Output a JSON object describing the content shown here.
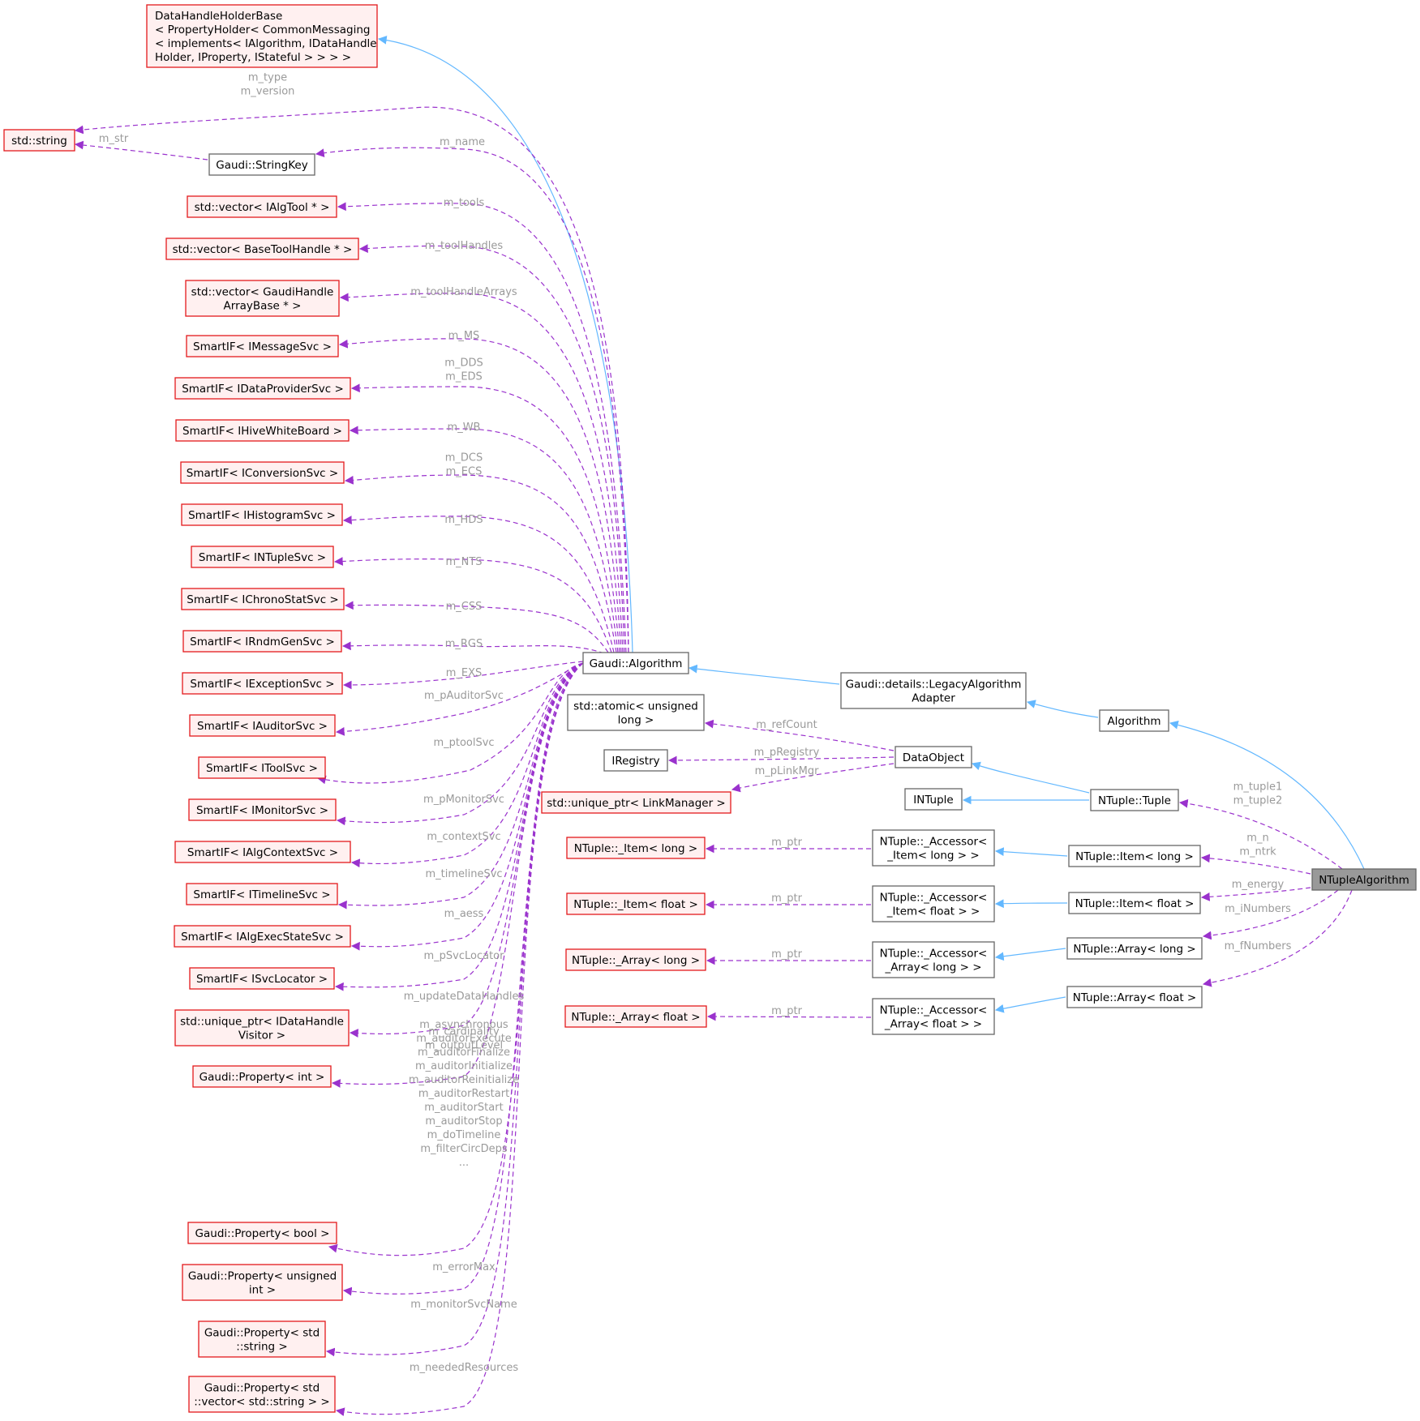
{
  "colors": {
    "member_box_stroke": "#e31a1c",
    "member_box_fill": "#fff0f0",
    "class_box_stroke": "#666666",
    "class_box_fill": "#ffffff",
    "focus_box_fill": "#999999",
    "focus_box_stroke": "#666666",
    "inherit_edge": "#63b8ff",
    "member_edge": "#9a32cd",
    "edge_label": "#9a9a9a"
  },
  "nodes": {
    "dhhb": {
      "lines": [
        "DataHandleHolderBase",
        "< PropertyHolder< CommonMessaging",
        "< implements< IAlgorithm, IDataHandle",
        "Holder, IProperty, IStateful > > > >"
      ],
      "kind": "member",
      "align": "left"
    },
    "stdstring": {
      "lines": [
        "std::string"
      ],
      "kind": "member"
    },
    "stringkey": {
      "lines": [
        "Gaudi::StringKey"
      ],
      "kind": "class"
    },
    "vec_algtool": {
      "lines": [
        "std::vector< IAlgTool * >"
      ],
      "kind": "member"
    },
    "vec_basetool": {
      "lines": [
        "std::vector< BaseToolHandle * >"
      ],
      "kind": "member"
    },
    "vec_gaudihandle": {
      "lines": [
        "std::vector< GaudiHandle",
        "ArrayBase * >"
      ],
      "kind": "member"
    },
    "si_message": {
      "lines": [
        "SmartIF< IMessageSvc >"
      ],
      "kind": "member"
    },
    "si_dataprov": {
      "lines": [
        "SmartIF< IDataProviderSvc >"
      ],
      "kind": "member"
    },
    "si_hive": {
      "lines": [
        "SmartIF< IHiveWhiteBoard >"
      ],
      "kind": "member"
    },
    "si_conv": {
      "lines": [
        "SmartIF< IConversionSvc >"
      ],
      "kind": "member"
    },
    "si_histo": {
      "lines": [
        "SmartIF< IHistogramSvc >"
      ],
      "kind": "member"
    },
    "si_ntuple": {
      "lines": [
        "SmartIF< INTupleSvc >"
      ],
      "kind": "member"
    },
    "si_chrono": {
      "lines": [
        "SmartIF< IChronoStatSvc >"
      ],
      "kind": "member"
    },
    "si_rndm": {
      "lines": [
        "SmartIF< IRndmGenSvc >"
      ],
      "kind": "member"
    },
    "si_exc": {
      "lines": [
        "SmartIF< IExceptionSvc >"
      ],
      "kind": "member"
    },
    "si_auditor": {
      "lines": [
        "SmartIF< IAuditorSvc >"
      ],
      "kind": "member"
    },
    "si_tool": {
      "lines": [
        "SmartIF< IToolSvc >"
      ],
      "kind": "member"
    },
    "si_monitor": {
      "lines": [
        "SmartIF< IMonitorSvc >"
      ],
      "kind": "member"
    },
    "si_algctx": {
      "lines": [
        "SmartIF< IAlgContextSvc >"
      ],
      "kind": "member"
    },
    "si_timeline": {
      "lines": [
        "SmartIF< ITimelineSvc >"
      ],
      "kind": "member"
    },
    "si_algexec": {
      "lines": [
        "SmartIF< IAlgExecStateSvc >"
      ],
      "kind": "member"
    },
    "si_svcloc": {
      "lines": [
        "SmartIF< ISvcLocator >"
      ],
      "kind": "member"
    },
    "up_datahandle": {
      "lines": [
        "std::unique_ptr< IDataHandle",
        "Visitor >"
      ],
      "kind": "member"
    },
    "prop_int": {
      "lines": [
        "Gaudi::Property< int >"
      ],
      "kind": "member"
    },
    "prop_bool": {
      "lines": [
        "Gaudi::Property< bool >"
      ],
      "kind": "member"
    },
    "prop_uint": {
      "lines": [
        "Gaudi::Property< unsigned",
        "int >"
      ],
      "kind": "member"
    },
    "prop_string": {
      "lines": [
        "Gaudi::Property< std",
        "::string >"
      ],
      "kind": "member"
    },
    "prop_vecstring": {
      "lines": [
        "Gaudi::Property< std",
        "::vector< std::string > >"
      ],
      "kind": "member"
    },
    "gaudi_algorithm": {
      "lines": [
        "Gaudi::Algorithm"
      ],
      "kind": "class"
    },
    "atomic": {
      "lines": [
        "std::atomic< unsigned",
        "long >"
      ],
      "kind": "class"
    },
    "iregistry": {
      "lines": [
        "IRegistry"
      ],
      "kind": "class"
    },
    "up_linkmgr": {
      "lines": [
        "std::unique_ptr< LinkManager >"
      ],
      "kind": "member"
    },
    "item_long": {
      "lines": [
        "NTuple::_Item< long >"
      ],
      "kind": "member"
    },
    "item_float": {
      "lines": [
        "NTuple::_Item< float >"
      ],
      "kind": "member"
    },
    "array_long": {
      "lines": [
        "NTuple::_Array< long >"
      ],
      "kind": "member"
    },
    "array_float": {
      "lines": [
        "NTuple::_Array< float >"
      ],
      "kind": "member"
    },
    "legacy_adapter": {
      "lines": [
        "Gaudi::details::LegacyAlgorithm",
        "Adapter"
      ],
      "kind": "class"
    },
    "dataobject": {
      "lines": [
        "DataObject"
      ],
      "kind": "class"
    },
    "intuple": {
      "lines": [
        "INTuple"
      ],
      "kind": "class"
    },
    "acc_item_long": {
      "lines": [
        "NTuple::_Accessor<",
        "_Item< long > >"
      ],
      "kind": "class"
    },
    "acc_item_float": {
      "lines": [
        "NTuple::_Accessor<",
        "_Item< float > >"
      ],
      "kind": "class"
    },
    "acc_array_long": {
      "lines": [
        "NTuple::_Accessor<",
        "_Array< long > >"
      ],
      "kind": "class"
    },
    "acc_array_float": {
      "lines": [
        "NTuple::_Accessor<",
        "_Array< float > >"
      ],
      "kind": "class"
    },
    "algorithm": {
      "lines": [
        "Algorithm"
      ],
      "kind": "class"
    },
    "ntuple_tuple": {
      "lines": [
        "NTuple::Tuple"
      ],
      "kind": "class"
    },
    "ntuple_item_long": {
      "lines": [
        "NTuple::Item< long >"
      ],
      "kind": "class"
    },
    "ntuple_item_float": {
      "lines": [
        "NTuple::Item< float >"
      ],
      "kind": "class"
    },
    "ntuple_array_long": {
      "lines": [
        "NTuple::Array< long >"
      ],
      "kind": "class"
    },
    "ntuple_array_float": {
      "lines": [
        "NTuple::Array< float >"
      ],
      "kind": "class"
    },
    "ntuple_algorithm": {
      "lines": [
        "NTupleAlgorithm"
      ],
      "kind": "focus"
    }
  },
  "edges": [
    {
      "from": "gaudi_algorithm",
      "to": "dhhb",
      "type": "inherit"
    },
    {
      "from": "legacy_adapter",
      "to": "gaudi_algorithm",
      "type": "inherit"
    },
    {
      "from": "algorithm",
      "to": "legacy_adapter",
      "type": "inherit"
    },
    {
      "from": "ntuple_algorithm",
      "to": "algorithm",
      "type": "inherit"
    },
    {
      "from": "ntuple_tuple",
      "to": "dataobject",
      "type": "inherit"
    },
    {
      "from": "ntuple_tuple",
      "to": "intuple",
      "type": "inherit"
    },
    {
      "from": "ntuple_item_long",
      "to": "acc_item_long",
      "type": "inherit"
    },
    {
      "from": "ntuple_item_float",
      "to": "acc_item_float",
      "type": "inherit"
    },
    {
      "from": "ntuple_array_long",
      "to": "acc_array_long",
      "type": "inherit"
    },
    {
      "from": "ntuple_array_float",
      "to": "acc_array_float",
      "type": "inherit"
    },
    {
      "from": "gaudi_algorithm",
      "to": "stdstring",
      "type": "member",
      "label": [
        "m_type",
        "m_version"
      ]
    },
    {
      "from": "stringkey",
      "to": "stdstring",
      "type": "member",
      "label": [
        "m_str"
      ]
    },
    {
      "from": "gaudi_algorithm",
      "to": "stringkey",
      "type": "member",
      "label": [
        "m_name"
      ]
    },
    {
      "from": "gaudi_algorithm",
      "to": "vec_algtool",
      "type": "member",
      "label": [
        "m_tools"
      ]
    },
    {
      "from": "gaudi_algorithm",
      "to": "vec_basetool",
      "type": "member",
      "label": [
        "m_toolHandles"
      ]
    },
    {
      "from": "gaudi_algorithm",
      "to": "vec_gaudihandle",
      "type": "member",
      "label": [
        "m_toolHandleArrays"
      ]
    },
    {
      "from": "gaudi_algorithm",
      "to": "si_message",
      "type": "member",
      "label": [
        "m_MS"
      ]
    },
    {
      "from": "gaudi_algorithm",
      "to": "si_dataprov",
      "type": "member",
      "label": [
        "m_DDS",
        "m_EDS"
      ]
    },
    {
      "from": "gaudi_algorithm",
      "to": "si_hive",
      "type": "member",
      "label": [
        "m_WB"
      ]
    },
    {
      "from": "gaudi_algorithm",
      "to": "si_conv",
      "type": "member",
      "label": [
        "m_DCS",
        "m_ECS"
      ]
    },
    {
      "from": "gaudi_algorithm",
      "to": "si_histo",
      "type": "member",
      "label": [
        "m_HDS"
      ]
    },
    {
      "from": "gaudi_algorithm",
      "to": "si_ntuple",
      "type": "member",
      "label": [
        "m_NTS"
      ]
    },
    {
      "from": "gaudi_algorithm",
      "to": "si_chrono",
      "type": "member",
      "label": [
        "m_CSS"
      ]
    },
    {
      "from": "gaudi_algorithm",
      "to": "si_rndm",
      "type": "member",
      "label": [
        "m_RGS"
      ]
    },
    {
      "from": "gaudi_algorithm",
      "to": "si_exc",
      "type": "member",
      "label": [
        "m_EXS"
      ]
    },
    {
      "from": "gaudi_algorithm",
      "to": "si_auditor",
      "type": "member",
      "label": [
        "m_pAuditorSvc"
      ]
    },
    {
      "from": "gaudi_algorithm",
      "to": "si_tool",
      "type": "member",
      "label": [
        "m_ptoolSvc"
      ]
    },
    {
      "from": "gaudi_algorithm",
      "to": "si_monitor",
      "type": "member",
      "label": [
        "m_pMonitorSvc"
      ]
    },
    {
      "from": "gaudi_algorithm",
      "to": "si_algctx",
      "type": "member",
      "label": [
        "m_contextSvc"
      ]
    },
    {
      "from": "gaudi_algorithm",
      "to": "si_timeline",
      "type": "member",
      "label": [
        "m_timelineSvc"
      ]
    },
    {
      "from": "gaudi_algorithm",
      "to": "si_algexec",
      "type": "member",
      "label": [
        "m_aess"
      ]
    },
    {
      "from": "gaudi_algorithm",
      "to": "si_svcloc",
      "type": "member",
      "label": [
        "m_pSvcLocator"
      ]
    },
    {
      "from": "gaudi_algorithm",
      "to": "up_datahandle",
      "type": "member",
      "label": [
        "m_updateDataHandles"
      ]
    },
    {
      "from": "gaudi_algorithm",
      "to": "prop_int",
      "type": "member",
      "label": [
        "m_cardinality",
        "m_outputLevel"
      ]
    },
    {
      "from": "gaudi_algorithm",
      "to": "prop_bool",
      "type": "member",
      "label": [
        "m_asynchronous",
        "m_auditorExecute",
        "m_auditorFinalize",
        "m_auditorInitialize",
        "m_auditorReinitialize",
        "m_auditorRestart",
        "m_auditorStart",
        "m_auditorStop",
        "m_doTimeline",
        "m_filterCircDeps",
        "..."
      ]
    },
    {
      "from": "gaudi_algorithm",
      "to": "prop_uint",
      "type": "member",
      "label": [
        "m_errorMax"
      ]
    },
    {
      "from": "gaudi_algorithm",
      "to": "prop_string",
      "type": "member",
      "label": [
        "m_monitorSvcName"
      ]
    },
    {
      "from": "gaudi_algorithm",
      "to": "prop_vecstring",
      "type": "member",
      "label": [
        "m_neededResources"
      ]
    },
    {
      "from": "dataobject",
      "to": "atomic",
      "type": "member",
      "label": [
        "m_refCount"
      ]
    },
    {
      "from": "dataobject",
      "to": "iregistry",
      "type": "member",
      "label": [
        "m_pRegistry"
      ]
    },
    {
      "from": "dataobject",
      "to": "up_linkmgr",
      "type": "member",
      "label": [
        "m_pLinkMgr"
      ]
    },
    {
      "from": "acc_item_long",
      "to": "item_long",
      "type": "member",
      "label": [
        "m_ptr"
      ]
    },
    {
      "from": "acc_item_float",
      "to": "item_float",
      "type": "member",
      "label": [
        "m_ptr"
      ]
    },
    {
      "from": "acc_array_long",
      "to": "array_long",
      "type": "member",
      "label": [
        "m_ptr"
      ]
    },
    {
      "from": "acc_array_float",
      "to": "array_float",
      "type": "member",
      "label": [
        "m_ptr"
      ]
    },
    {
      "from": "ntuple_algorithm",
      "to": "ntuple_tuple",
      "type": "member",
      "label": [
        "m_tuple1",
        "m_tuple2"
      ]
    },
    {
      "from": "ntuple_algorithm",
      "to": "ntuple_item_long",
      "type": "member",
      "label": [
        "m_n",
        "m_ntrk"
      ]
    },
    {
      "from": "ntuple_algorithm",
      "to": "ntuple_item_float",
      "type": "member",
      "label": [
        "m_energy"
      ]
    },
    {
      "from": "ntuple_algorithm",
      "to": "ntuple_array_long",
      "type": "member",
      "label": [
        "m_iNumbers"
      ]
    },
    {
      "from": "ntuple_algorithm",
      "to": "ntuple_array_float",
      "type": "member",
      "label": [
        "m_fNumbers"
      ]
    }
  ]
}
